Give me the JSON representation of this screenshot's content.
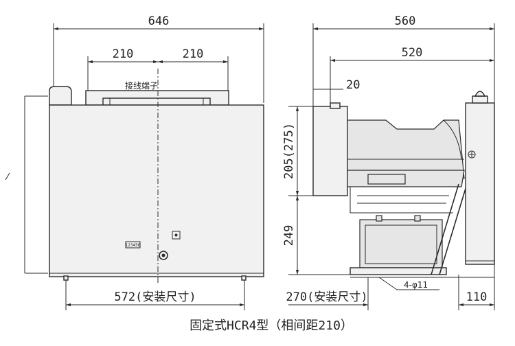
{
  "front_view": {
    "width_label": "646",
    "half_left_label": "210",
    "half_right_label": "210",
    "terminal_label": "接线端子",
    "mount_label": "572(安装尺寸)",
    "plate_text": "123456"
  },
  "side_view": {
    "depth_label": "560",
    "inner_depth_label": "520",
    "offset_label": "20",
    "height_upper_label": "205(275)",
    "height_lower_label": "249",
    "mount_label": "270(安装尺寸)",
    "hole_label": "4-φ11",
    "foot_label": "110"
  },
  "caption": "固定式HCR4型（相间距210）"
}
